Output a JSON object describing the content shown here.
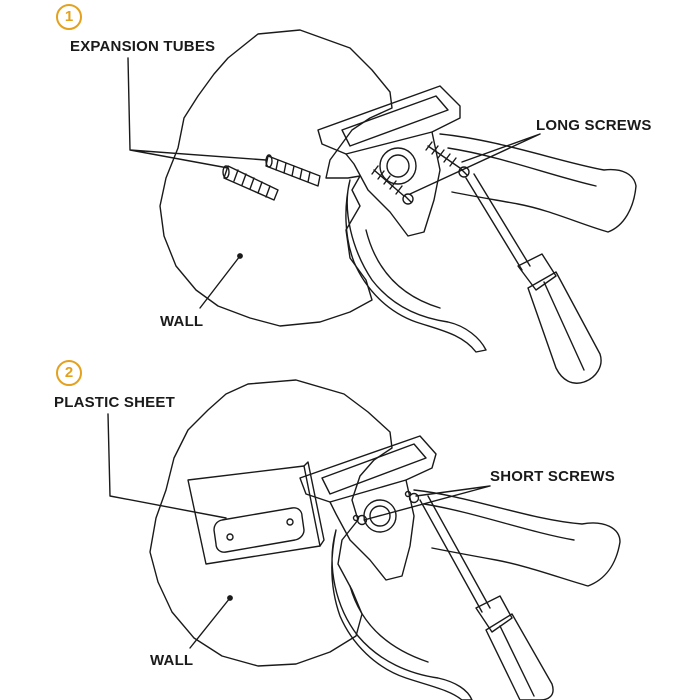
{
  "steps": [
    {
      "number": "1",
      "labels": {
        "expansion_tubes": "EXPANSION TUBES",
        "long_screws": "LONG SCREWS",
        "wall": "WALL"
      }
    },
    {
      "number": "2",
      "labels": {
        "plastic_sheet": "PLASTIC SHEET",
        "short_screws": "SHORT SCREWS",
        "wall": "WALL"
      }
    }
  ],
  "colors": {
    "step_badge": "#e3a11d",
    "line_art": "#1a1a1a",
    "background": "#ffffff"
  }
}
